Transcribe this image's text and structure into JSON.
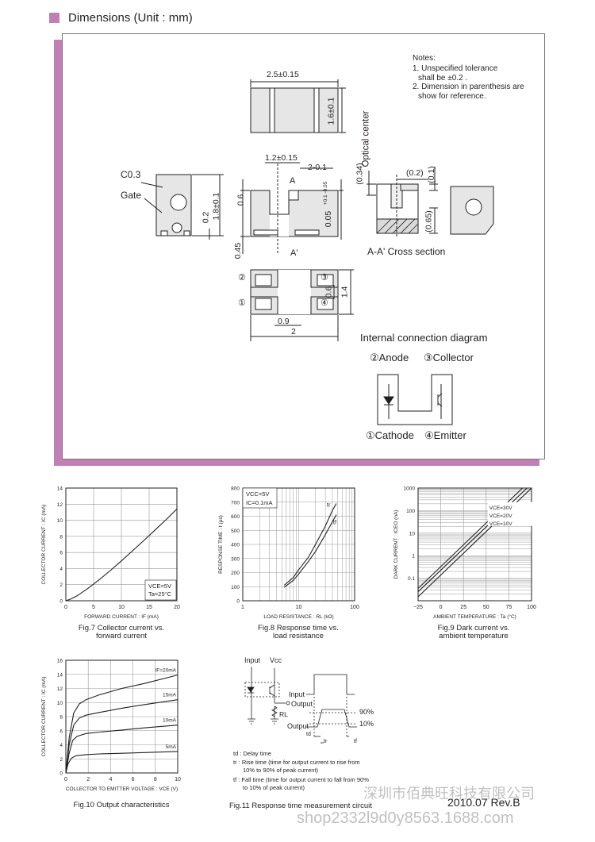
{
  "header": {
    "title": "Dimensions (Unit : mm)",
    "accent_color": "#c07fb5"
  },
  "notes": {
    "heading": "Notes:",
    "lines": [
      "1. Unspecified tolerance",
      "shall be ±0.2 .",
      "2. Dimension in parenthesis are",
      "show for reference."
    ]
  },
  "dims": {
    "top_width": "2.5±0.15",
    "top_height": "1.6±0.1",
    "front_width": "1.2±0.15",
    "slot": "2-0.1",
    "section_a": "A",
    "section_a_prime": "A'",
    "c03": "C0.3",
    "gate": "Gate",
    "d06": "0.6",
    "d02": "0.2",
    "d18": "1.8±0.1",
    "d045": "0.45",
    "d005": "0.05",
    "d005_tol": "+0.1 -0.05",
    "optical_center": "Optical center",
    "d034": "(0.34)",
    "d02p": "(0.2)",
    "d01p": "(0.1)",
    "d065p": "(0.65)",
    "cross_section": "A-A' Cross section",
    "b06": "0.6",
    "b14": "1.4",
    "b09": "0.9",
    "b2": "2",
    "p1": "①",
    "p2": "②",
    "p3": "③",
    "p4": "④"
  },
  "internal": {
    "title": "Internal connection diagram",
    "anode": "②Anode",
    "collector": "③Collector",
    "cathode": "①Cathode",
    "emitter": "④Emitter"
  },
  "figures": [
    {
      "caption": [
        "Fig.7 Collector current vs.",
        "forward current"
      ],
      "chart_data": {
        "type": "line",
        "xlabel": "FORWARD  CURRENT : IF (mA)",
        "ylabel": "COLLECTOR  CURRENT : IC (mA)",
        "xlim": [
          0,
          20
        ],
        "ylim": [
          0,
          14
        ],
        "xticks": [
          "0",
          "5",
          "10",
          "15",
          "20"
        ],
        "yticks": [
          "0",
          "2",
          "4",
          "6",
          "8",
          "10",
          "12",
          "14"
        ],
        "annotation": [
          "VCE=5V",
          "Ta=25°C"
        ],
        "series": [
          {
            "x": [
              0,
              1,
              2,
              4,
              6,
              8,
              10,
              12,
              14,
              16,
              18,
              20
            ],
            "y": [
              0,
              0.25,
              0.6,
              1.55,
              2.6,
              3.75,
              4.95,
              6.2,
              7.45,
              8.75,
              10.05,
              11.4
            ]
          }
        ]
      }
    },
    {
      "caption": [
        "Fig.8 Response time vs.",
        "load resistance"
      ],
      "chart_data": {
        "type": "line",
        "xscale": "log",
        "xlabel": "LOAD  RESISTANCE : RL (kΩ)",
        "ylabel": "RESPONSE  TIME : t (μs)",
        "xlim": [
          1,
          100
        ],
        "ylim": [
          0,
          800
        ],
        "xticks": [
          "1",
          "10",
          "100"
        ],
        "yticks": [
          "0",
          "100",
          "200",
          "300",
          "400",
          "500",
          "600",
          "700",
          "800"
        ],
        "annotation": [
          "VCC=5V",
          "IC=0.1mA"
        ],
        "series": [
          {
            "name": "tr",
            "x": [
              5.5,
              8,
              10,
              15,
              20,
              30,
              40,
              47
            ],
            "y": [
              110,
              165,
              220,
              310,
              400,
              530,
              640,
              690
            ]
          },
          {
            "name": "tf",
            "x": [
              5.5,
              8,
              10,
              15,
              20,
              30,
              40,
              47
            ],
            "y": [
              95,
              145,
              190,
              280,
              350,
              470,
              560,
              610
            ]
          }
        ]
      }
    },
    {
      "caption": [
        "Fig.9 Dark current vs.",
        "ambient temperature"
      ],
      "chart_data": {
        "type": "line",
        "yscale": "log",
        "xlabel": "AMBIENT  TEMPERATURE : Ta (°C)",
        "ylabel": "DARK  CURRENT : ICEO (nA)",
        "xlim": [
          -25,
          100
        ],
        "ylim": [
          0.01,
          1000
        ],
        "xticks": [
          "−25",
          "0",
          "25",
          "50",
          "75",
          "100"
        ],
        "yticks": [
          "0.1",
          "1",
          "10",
          "100",
          "1000"
        ],
        "series": [
          {
            "name": "VCE=30V",
            "x": [
              -25,
              90
            ],
            "y": [
              0.035,
              1000
            ]
          },
          {
            "name": "VCE=20V",
            "x": [
              -25,
              95
            ],
            "y": [
              0.025,
              1000
            ]
          },
          {
            "name": "VCE=10V",
            "x": [
              -25,
              100
            ],
            "y": [
              0.015,
              1000
            ]
          }
        ]
      }
    },
    {
      "caption": [
        "Fig.10 Output characteristics"
      ],
      "chart_data": {
        "type": "line",
        "xlabel": "COLLECTOR TO EMITTER  VOLTAGE : VCE (V)",
        "ylabel": "COLLECTOR  CURRENT : IC (mA)",
        "xlim": [
          0,
          10
        ],
        "ylim": [
          0,
          16
        ],
        "xticks": [
          "0",
          "2",
          "4",
          "6",
          "8",
          "10"
        ],
        "yticks": [
          "0",
          "2",
          "4",
          "6",
          "8",
          "10",
          "12",
          "14",
          "16"
        ],
        "series": [
          {
            "name": "IF=20mA",
            "x": [
              0,
              0.3,
              0.7,
              1.2,
              1.8,
              3,
              5,
              7,
              10
            ],
            "y": [
              0,
              5,
              8.5,
              9.8,
              10.4,
              11.1,
              12,
              12.7,
              13.9
            ]
          },
          {
            "name": "15mA",
            "x": [
              0,
              0.3,
              0.7,
              1.2,
              1.8,
              3,
              5,
              7,
              10
            ],
            "y": [
              0,
              4,
              6.8,
              7.8,
              8.2,
              8.6,
              9.2,
              9.7,
              10.4
            ]
          },
          {
            "name": "10mA",
            "x": [
              0,
              0.3,
              0.6,
              1,
              1.8,
              3,
              5,
              7,
              10
            ],
            "y": [
              0,
              2.8,
              4.6,
              5.2,
              5.6,
              5.8,
              6.1,
              6.4,
              6.8
            ]
          },
          {
            "name": "5mA",
            "x": [
              0,
              0.2,
              0.5,
              0.9,
              1.8,
              3,
              5,
              7,
              10
            ],
            "y": [
              0,
              1.3,
              2.1,
              2.45,
              2.6,
              2.7,
              2.8,
              2.9,
              3.05
            ]
          }
        ]
      }
    }
  ],
  "fig11": {
    "caption": "Fig.11 Response time measurement circuit",
    "input": "Input",
    "vcc": "Vcc",
    "output": "Output",
    "rl": "RL",
    "input_w": "Input",
    "output_w": "Output",
    "p90": "90%",
    "p10": "10%",
    "td": "td",
    "tr": "tr",
    "tf": "tf",
    "def_td": "td : Delay time",
    "def_tr1": "tr : Rise time (time for output current to rise from",
    "def_tr2": "10% to 90% of peak current)",
    "def_tf1": "tf : Fall time (time for output current to fall from 90%",
    "def_tf2": "to 10% of peak current)"
  },
  "footer": {
    "revision": "2010.07  Rev.B",
    "watermark_line1": "深圳市佰典旺科技有限公司",
    "watermark_line2": "shop2332l9d0y8563.1688.com"
  }
}
